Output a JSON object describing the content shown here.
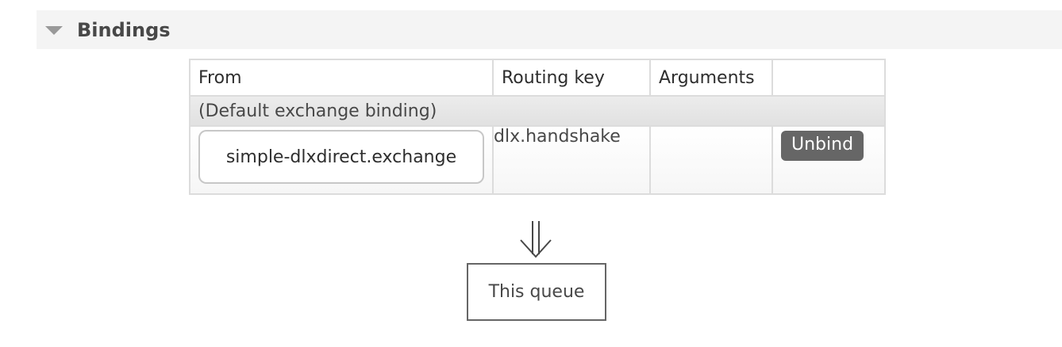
{
  "section": {
    "title": "Bindings",
    "toggle_icon": "triangle-down-icon"
  },
  "table": {
    "headers": [
      "From",
      "Routing key",
      "Arguments",
      ""
    ],
    "group_label": "(Default exchange binding)",
    "rows": [
      {
        "from": "simple-dlxdirect.exchange",
        "routing_key": "dlx.handshake",
        "arguments": "",
        "action_label": "Unbind"
      }
    ]
  },
  "flow": {
    "arrow_icon": "double-arrow-down-icon",
    "target_label": "This queue"
  },
  "colors": {
    "header_bg": "#f4f4f4",
    "button_bg": "#666666",
    "border": "#dcdcdc"
  }
}
